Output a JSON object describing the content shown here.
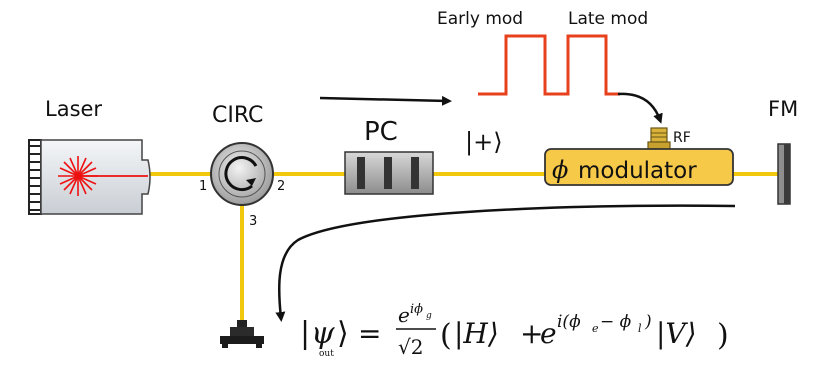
{
  "labels": {
    "laser": "Laser",
    "circ": "CIRC",
    "port1": "1",
    "port2": "2",
    "port3": "3",
    "pc": "PC",
    "plus_state": "|+⟩",
    "modulator_phi": "ϕ",
    "modulator_text": "modulator",
    "rf": "RF",
    "fm": "FM",
    "early_mod": "Early mod",
    "late_mod": "Late mod"
  },
  "equation": {
    "psi": "ψ",
    "out_sub": "out",
    "equals": "=",
    "frac_num_e": "e",
    "frac_num_exp": "iϕ",
    "frac_num_sub": "g",
    "frac_den": "√2",
    "open": "(",
    "ket_h": "|H⟩",
    "plus": "+",
    "exp_e": "e",
    "exp_body": "i(ϕ",
    "exp_sub_e": "e",
    "exp_minus": " − ϕ",
    "exp_sub_l": "l",
    "exp_close": ")",
    "ket_v": "|V⟩",
    "close": ")"
  },
  "colors": {
    "fiber": "#f2c80f",
    "pulse": "#e8401c",
    "modulator_fill": "#f7c948",
    "laser_ray": "#ee1111",
    "device_grey": "#9a9a9a",
    "dark": "#1a1a1a"
  }
}
